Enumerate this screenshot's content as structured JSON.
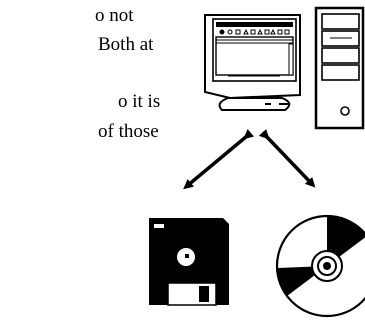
{
  "text_fragments": [
    "o not",
    "Both at",
    "o it is",
    "of those"
  ],
  "icons": [
    "monitor-icon",
    "computer-tower-icon",
    "floppy-disk-icon",
    "cd-disc-icon",
    "double-arrow-icon"
  ],
  "colors": {
    "ink": "#000000",
    "paper": "#ffffff"
  }
}
